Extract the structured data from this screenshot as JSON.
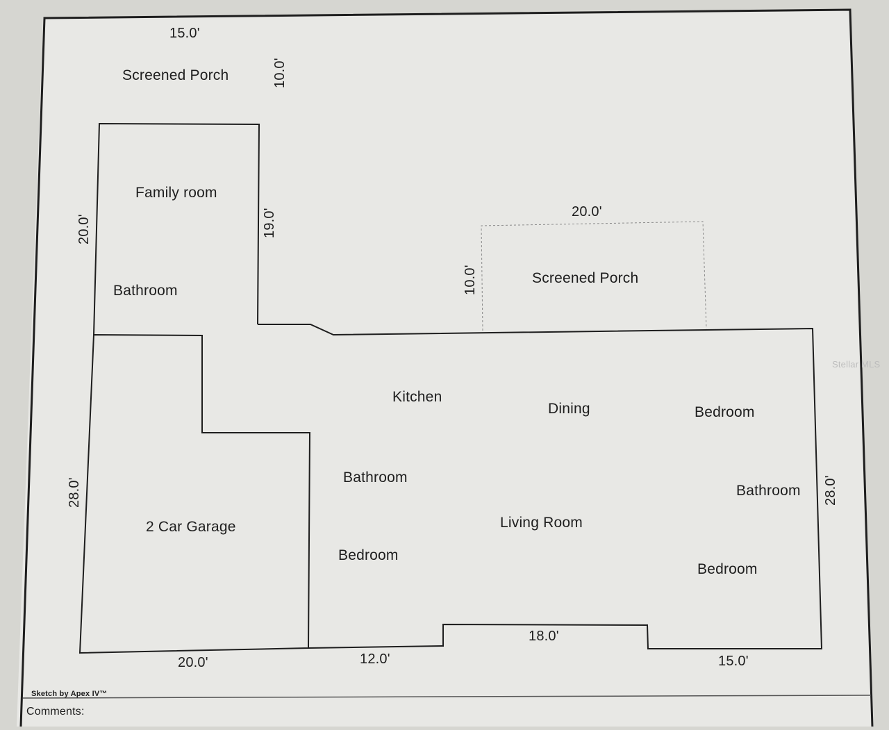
{
  "rooms": {
    "screened_porch_top": "Screened Porch",
    "family_room": "Family room",
    "bathroom_upper": "Bathroom",
    "screened_porch_right": "Screened Porch",
    "kitchen": "Kitchen",
    "dining": "Dining",
    "bedroom_right_top": "Bedroom",
    "bathroom_center": "Bathroom",
    "bathroom_right": "Bathroom",
    "garage": "2 Car Garage",
    "living_room": "Living Room",
    "bedroom_center": "Bedroom",
    "bedroom_right_bottom": "Bedroom"
  },
  "dimensions": {
    "porch_top_width": "15.0'",
    "porch_top_depth": "10.0'",
    "family_left": "20.0'",
    "family_right": "19.0'",
    "porch_right_width": "20.0'",
    "porch_right_depth": "10.0'",
    "left_lower": "28.0'",
    "right_side": "28.0'",
    "bottom_garage": "20.0'",
    "bottom_mid": "12.0'",
    "bottom_bump": "18.0'",
    "bottom_right": "15.0'"
  },
  "footer": {
    "credit": "Sketch by Apex IV™",
    "comments_label": "Comments:"
  },
  "watermark": "Stellar MLS",
  "colors": {
    "paper": "#e8e8e5",
    "line": "#1e1e1e"
  }
}
